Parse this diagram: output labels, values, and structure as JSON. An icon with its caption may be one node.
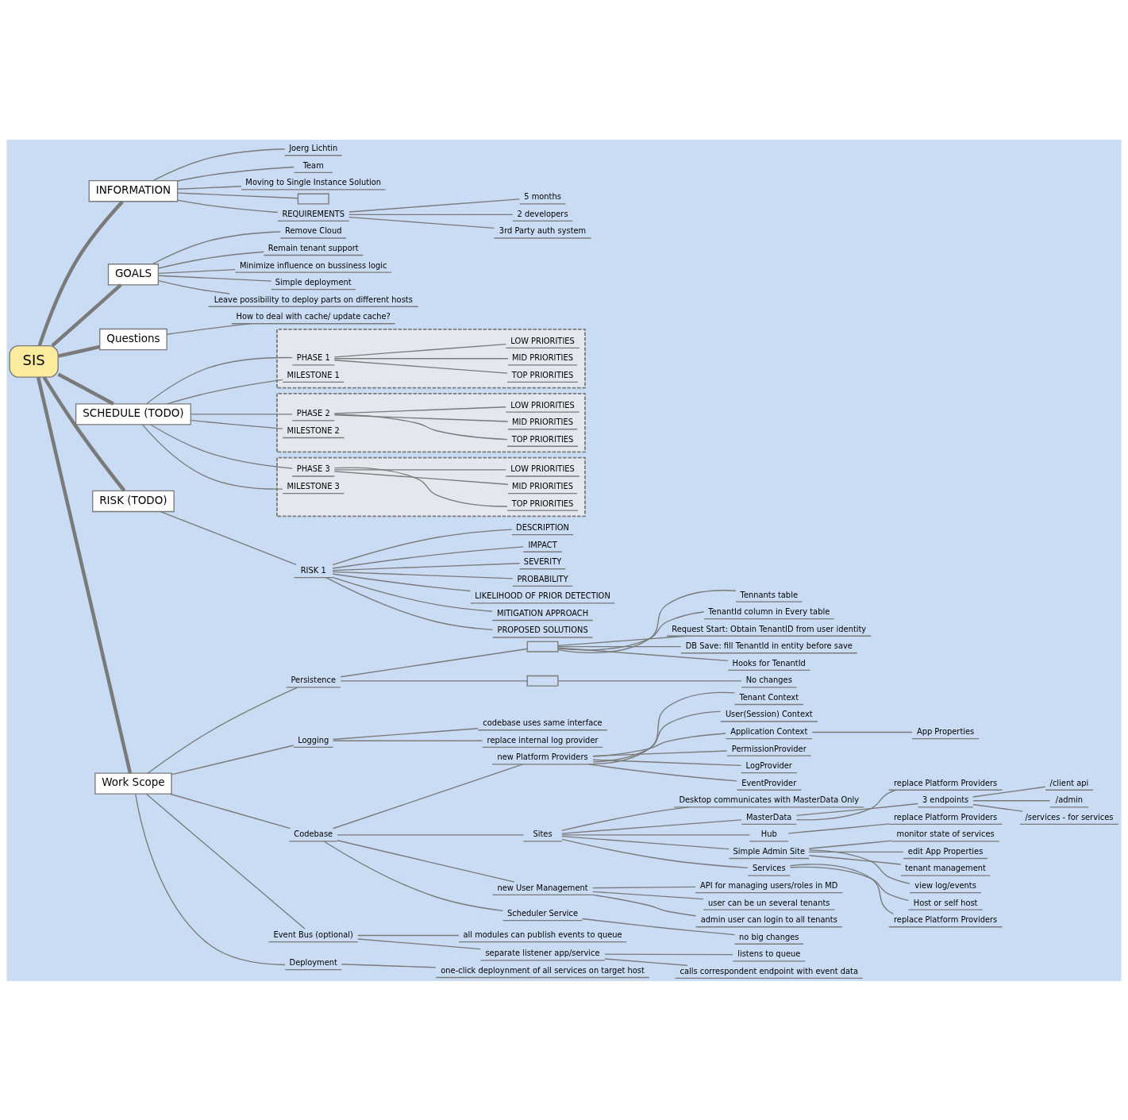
{
  "diagram": {
    "nodes": [
      {
        "text": [
          "SIS"
        ]
      },
      {
        "text": [
          "INFORMATION"
        ]
      },
      {
        "text": [
          "Joerg Lichtin"
        ]
      },
      {
        "text": [
          "Team"
        ]
      },
      {
        "text": [
          "Moving to Single Instance Solution"
        ]
      },
      {
        "text": [],
        "shape": "box"
      },
      {
        "text": [
          "REQUIREMENTS"
        ]
      },
      {
        "text": [
          "5 months"
        ]
      },
      {
        "text": [
          "2 developers"
        ]
      },
      {
        "text": [
          "3rd Party auth system"
        ]
      },
      {
        "text": [
          "GOALS"
        ]
      },
      {
        "text": [
          "Remove Cloud"
        ]
      },
      {
        "text": [
          "Remain tenant support"
        ]
      },
      {
        "text": [
          "Minimize influence on bussiness logic"
        ]
      },
      {
        "text": [
          "Simple deployment"
        ]
      },
      {
        "text": [
          "Leave possibility to deploy parts on different hosts"
        ]
      },
      {
        "text": [
          "Questions"
        ]
      },
      {
        "text": [
          "How to deal with cache/ update cache?"
        ]
      },
      {
        "text": [
          "RISK (TODO)"
        ]
      },
      {
        "text": [
          "RISK 1"
        ]
      },
      {
        "text": [
          "DESCRIPTION"
        ]
      },
      {
        "text": [
          "IMPACT"
        ]
      },
      {
        "text": [
          "SEVERITY"
        ]
      },
      {
        "text": [
          "PROBABILITY"
        ]
      },
      {
        "text": [
          "LIKELIHOOD OF PRIOR DETECTION"
        ]
      },
      {
        "text": [
          "MITIGATION APPROACH"
        ]
      },
      {
        "text": [
          "PROPOSED SOLUTIONS"
        ]
      },
      {
        "text": [
          "SCHEDULE (TODO)"
        ]
      },
      {
        "text": [],
        "shape": "box"
      },
      {
        "text": [
          "PHASE 1"
        ],
        "in": 28
      },
      {
        "text": [
          "TOP PRIORITIES"
        ],
        "in": 28
      },
      {
        "text": [
          "MID PRIORITIES"
        ],
        "in": 28
      },
      {
        "text": [
          "LOW PRIORITIES"
        ],
        "in": 28
      },
      {
        "text": [
          "MILESTONE 1"
        ],
        "in": 28
      },
      {
        "text": [],
        "shape": "box"
      },
      {
        "text": [
          "PHASE 2"
        ],
        "in": 34
      },
      {
        "text": [
          "TOP PRIORITIES"
        ],
        "in": 34
      },
      {
        "text": [
          "MID PRIORITIES"
        ],
        "in": 34
      },
      {
        "text": [
          "LOW PRIORITIES"
        ],
        "in": 34
      },
      {
        "text": [
          "MILESTONE 2"
        ],
        "in": 34
      },
      {
        "text": [],
        "shape": "box"
      },
      {
        "text": [
          "PHASE 3"
        ],
        "in": 40
      },
      {
        "text": [
          "TOP PRIORITIES"
        ],
        "in": 40
      },
      {
        "text": [
          "MID PRIORITIES"
        ],
        "in": 40
      },
      {
        "text": [
          "LOW PRIORITIES"
        ],
        "in": 40
      },
      {
        "text": [
          "MILESTONE 3"
        ],
        "in": 40
      },
      {
        "text": [
          "Work Scope"
        ]
      },
      {
        "text": [
          "Persistence"
        ]
      },
      {
        "text": [],
        "shape": "box"
      },
      {
        "text": [
          "Tennants table"
        ]
      },
      {
        "text": [
          "TenantId column in Every table"
        ]
      },
      {
        "text": [
          "Request Start: Obtain TenantID from user identity"
        ]
      },
      {
        "text": [
          "DB Save: fill TenantId in entity before save"
        ]
      },
      {
        "text": [
          "Hooks for TenantId"
        ]
      },
      {
        "text": [],
        "shape": "box"
      },
      {
        "text": [
          "No changes"
        ]
      },
      {
        "text": [
          "Logging"
        ]
      },
      {
        "text": [
          "codebase uses same interface"
        ]
      },
      {
        "text": [
          "replace internal log provider"
        ]
      },
      {
        "text": [
          "Codebase"
        ]
      },
      {
        "text": [
          "new Platform Providers"
        ]
      },
      {
        "text": [
          "Tenant Context"
        ]
      },
      {
        "text": [
          "User(Session) Context"
        ]
      },
      {
        "text": [
          "Application Context"
        ]
      },
      {
        "text": [
          "App Properties"
        ]
      },
      {
        "text": [
          "PermissionProvider"
        ]
      },
      {
        "text": [
          "LogProvider"
        ]
      },
      {
        "text": [
          "EventProvider"
        ]
      },
      {
        "text": [
          "Sites"
        ]
      },
      {
        "text": [
          "Desktop communicates with MasterData Only"
        ]
      },
      {
        "text": [
          "MasterData"
        ]
      },
      {
        "text": [
          "replace Platform Providers"
        ]
      },
      {
        "text": [
          "3 endpoints"
        ]
      },
      {
        "text": [
          "/client api"
        ]
      },
      {
        "text": [
          "/admin"
        ]
      },
      {
        "text": [
          "/services - for services"
        ]
      },
      {
        "text": [
          "Hub"
        ]
      },
      {
        "text": [
          "replace Platform Providers"
        ]
      },
      {
        "text": [
          "Simple Admin Site"
        ]
      },
      {
        "text": [
          "monitor state of services"
        ]
      },
      {
        "text": [
          "edit App Properties"
        ]
      },
      {
        "text": [
          "tenant management"
        ]
      },
      {
        "text": [
          "view log/events"
        ]
      },
      {
        "text": [
          "Services"
        ]
      },
      {
        "text": [
          "Host or self host"
        ]
      },
      {
        "text": [
          "replace Platform Providers"
        ]
      },
      {
        "text": [
          "new User Management"
        ]
      },
      {
        "text": [
          "API for managing users/roles in MD"
        ]
      },
      {
        "text": [
          "user can be un several tenants"
        ]
      },
      {
        "text": [
          "admin user can login to all tenants"
        ]
      },
      {
        "text": [
          "Scheduler Service"
        ]
      },
      {
        "text": [
          "no big changes"
        ]
      },
      {
        "text": [
          "Event Bus (optional)"
        ]
      },
      {
        "text": [
          "all modules can publish events to queue"
        ]
      },
      {
        "text": [
          "separate listener app/service"
        ]
      },
      {
        "text": [
          "listens to queue"
        ]
      },
      {
        "text": [
          "calls correspondent endpoint with event data"
        ]
      },
      {
        "text": [
          "Deployment"
        ]
      },
      {
        "text": [
          "one-click deploynment of all services on target host"
        ]
      }
    ],
    "edges": [
      {
        "from": 0,
        "to": 1,
        "arrow": "none",
        "style": "thick"
      },
      {
        "from": 1,
        "to": 2,
        "arrow": "none"
      },
      {
        "from": 1,
        "to": 3,
        "arrow": "none"
      },
      {
        "from": 1,
        "to": 4,
        "arrow": "none"
      },
      {
        "from": 1,
        "to": 5,
        "arrow": "none"
      },
      {
        "from": 1,
        "to": 6,
        "arrow": "none"
      },
      {
        "from": 6,
        "to": 7,
        "arrow": "none"
      },
      {
        "from": 6,
        "to": 8,
        "arrow": "none"
      },
      {
        "from": 6,
        "to": 9,
        "arrow": "none"
      },
      {
        "from": 0,
        "to": 10,
        "arrow": "none",
        "style": "thick"
      },
      {
        "from": 10,
        "to": 11,
        "arrow": "none"
      },
      {
        "from": 10,
        "to": 12,
        "arrow": "none"
      },
      {
        "from": 10,
        "to": 13,
        "arrow": "none"
      },
      {
        "from": 10,
        "to": 14,
        "arrow": "none"
      },
      {
        "from": 10,
        "to": 15,
        "arrow": "none"
      },
      {
        "from": 0,
        "to": 16,
        "arrow": "none",
        "style": "thick"
      },
      {
        "from": 16,
        "to": 17,
        "arrow": "none"
      },
      {
        "from": 0,
        "to": 18,
        "arrow": "none",
        "style": "thick"
      },
      {
        "from": 18,
        "to": 19,
        "arrow": "none"
      },
      {
        "from": 19,
        "to": 20,
        "arrow": "none"
      },
      {
        "from": 19,
        "to": 21,
        "arrow": "none"
      },
      {
        "from": 19,
        "to": 22,
        "arrow": "none"
      },
      {
        "from": 19,
        "to": 23,
        "arrow": "none"
      },
      {
        "from": 19,
        "to": 24,
        "arrow": "none"
      },
      {
        "from": 19,
        "to": 25,
        "arrow": "none"
      },
      {
        "from": 19,
        "to": 26,
        "arrow": "none"
      },
      {
        "from": 0,
        "to": 27,
        "arrow": "none",
        "style": "thick"
      },
      {
        "from": 27,
        "to": 29,
        "arrow": "none"
      },
      {
        "from": 29,
        "to": 30,
        "arrow": "none"
      },
      {
        "from": 29,
        "to": 31,
        "arrow": "none"
      },
      {
        "from": 29,
        "to": 32,
        "arrow": "none"
      },
      {
        "from": 27,
        "to": 33,
        "arrow": "none"
      },
      {
        "from": 27,
        "to": 35,
        "arrow": "none"
      },
      {
        "from": 35,
        "to": 36,
        "arrow": "none"
      },
      {
        "from": 35,
        "to": 37,
        "arrow": "none"
      },
      {
        "from": 35,
        "to": 38,
        "arrow": "none"
      },
      {
        "from": 27,
        "to": 39,
        "arrow": "none"
      },
      {
        "from": 27,
        "to": 41,
        "arrow": "none"
      },
      {
        "from": 41,
        "to": 42,
        "arrow": "none"
      },
      {
        "from": 41,
        "to": 43,
        "arrow": "none"
      },
      {
        "from": 41,
        "to": 44,
        "arrow": "none"
      },
      {
        "from": 27,
        "to": 45,
        "arrow": "none"
      },
      {
        "from": 0,
        "to": 46,
        "arrow": "none",
        "style": "thick"
      },
      {
        "from": 46,
        "to": 47,
        "arrow": "none"
      },
      {
        "from": 47,
        "to": 48,
        "arrow": "none"
      },
      {
        "from": 48,
        "to": 49,
        "arrow": "none"
      },
      {
        "from": 48,
        "to": 50,
        "arrow": "none"
      },
      {
        "from": 48,
        "to": 51,
        "arrow": "none"
      },
      {
        "from": 48,
        "to": 52,
        "arrow": "none"
      },
      {
        "from": 48,
        "to": 53,
        "arrow": "none"
      },
      {
        "from": 47,
        "to": 54,
        "arrow": "none"
      },
      {
        "from": 54,
        "to": 55,
        "arrow": "none"
      },
      {
        "from": 46,
        "to": 56,
        "arrow": "none"
      },
      {
        "from": 56,
        "to": 57,
        "arrow": "none"
      },
      {
        "from": 56,
        "to": 58,
        "arrow": "none"
      },
      {
        "from": 46,
        "to": 59,
        "arrow": "none"
      },
      {
        "from": 59,
        "to": 60,
        "arrow": "none"
      },
      {
        "from": 60,
        "to": 61,
        "arrow": "none"
      },
      {
        "from": 60,
        "to": 62,
        "arrow": "none"
      },
      {
        "from": 60,
        "to": 63,
        "arrow": "none"
      },
      {
        "from": 63,
        "to": 64,
        "arrow": "none"
      },
      {
        "from": 60,
        "to": 65,
        "arrow": "none"
      },
      {
        "from": 60,
        "to": 66,
        "arrow": "none"
      },
      {
        "from": 60,
        "to": 67,
        "arrow": "none"
      },
      {
        "from": 59,
        "to": 68,
        "arrow": "none"
      },
      {
        "from": 68,
        "to": 69,
        "arrow": "none"
      },
      {
        "from": 68,
        "to": 70,
        "arrow": "none"
      },
      {
        "from": 70,
        "to": 71,
        "arrow": "none"
      },
      {
        "from": 70,
        "to": 72,
        "arrow": "none"
      },
      {
        "from": 72,
        "to": 73,
        "arrow": "none"
      },
      {
        "from": 72,
        "to": 74,
        "arrow": "none"
      },
      {
        "from": 72,
        "to": 75,
        "arrow": "none"
      },
      {
        "from": 68,
        "to": 76,
        "arrow": "none"
      },
      {
        "from": 76,
        "to": 77,
        "arrow": "none"
      },
      {
        "from": 68,
        "to": 78,
        "arrow": "none"
      },
      {
        "from": 78,
        "to": 79,
        "arrow": "none"
      },
      {
        "from": 78,
        "to": 80,
        "arrow": "none"
      },
      {
        "from": 78,
        "to": 81,
        "arrow": "none"
      },
      {
        "from": 78,
        "to": 82,
        "arrow": "none"
      },
      {
        "from": 68,
        "to": 83,
        "arrow": "none"
      },
      {
        "from": 83,
        "to": 84,
        "arrow": "none"
      },
      {
        "from": 83,
        "to": 85,
        "arrow": "none"
      },
      {
        "from": 59,
        "to": 86,
        "arrow": "none"
      },
      {
        "from": 86,
        "to": 87,
        "arrow": "none"
      },
      {
        "from": 86,
        "to": 88,
        "arrow": "none"
      },
      {
        "from": 86,
        "to": 89,
        "arrow": "none"
      },
      {
        "from": 59,
        "to": 90,
        "arrow": "none"
      },
      {
        "from": 90,
        "to": 91,
        "arrow": "none"
      },
      {
        "from": 46,
        "to": 92,
        "arrow": "none"
      },
      {
        "from": 92,
        "to": 93,
        "arrow": "none"
      },
      {
        "from": 92,
        "to": 94,
        "arrow": "none"
      },
      {
        "from": 94,
        "to": 95,
        "arrow": "none"
      },
      {
        "from": 94,
        "to": 96,
        "arrow": "none"
      },
      {
        "from": 46,
        "to": 97,
        "arrow": "none"
      },
      {
        "from": 97,
        "to": 98,
        "arrow": "none"
      }
    ]
  }
}
